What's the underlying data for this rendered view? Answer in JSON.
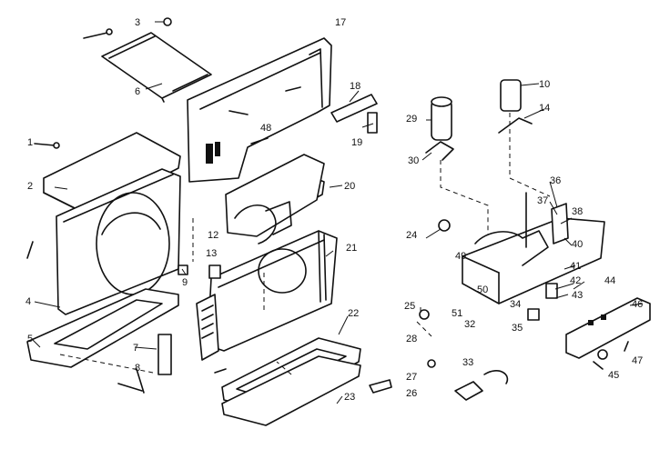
{
  "part_numbers": [
    "1",
    "2",
    "3",
    "4",
    "5",
    "6",
    "7",
    "8",
    "9",
    "10",
    "12",
    "13",
    "14",
    "17",
    "18",
    "19",
    "20",
    "21",
    "22",
    "23",
    "24",
    "25",
    "26",
    "27",
    "28",
    "29",
    "30",
    "32",
    "33",
    "34",
    "35",
    "36",
    "37",
    "38",
    "40",
    "41",
    "42",
    "43",
    "44",
    "45",
    "46",
    "47",
    "48",
    "49",
    "50",
    "51"
  ]
}
